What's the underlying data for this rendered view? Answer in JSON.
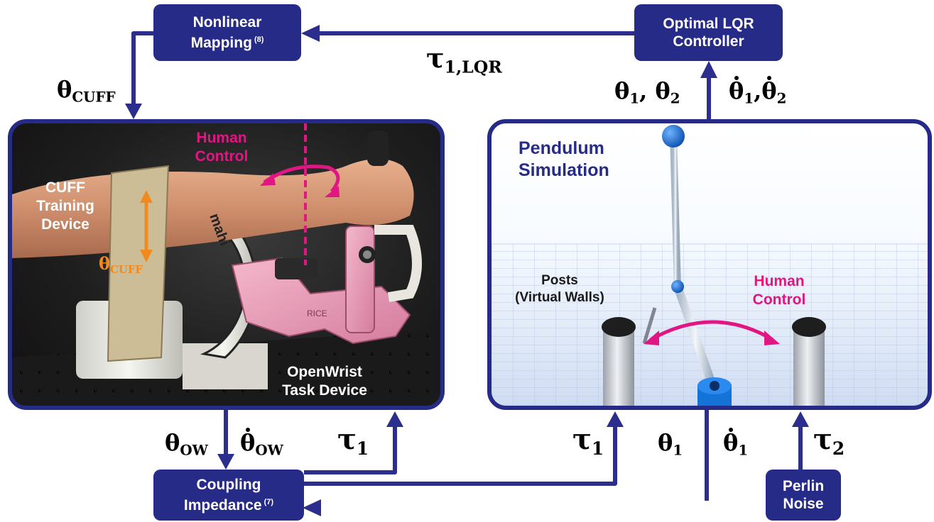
{
  "blocks": {
    "nonlinear_mapping": {
      "line1": "Nonlinear",
      "line2": "Mapping",
      "ref": "(8)"
    },
    "optimal_lqr": {
      "line1": "Optimal LQR",
      "line2": "Controller"
    },
    "coupling_impedance": {
      "line1": "Coupling",
      "line2": "Impedance",
      "ref": "(7)"
    },
    "perlin_noise": {
      "line1": "Perlin",
      "line2": "Noise"
    }
  },
  "symbols": {
    "tau": "τ",
    "theta": "θ",
    "sub_lqr_index": "1",
    "sub_lqr": ",LQR",
    "sub_cuff": "CUFF",
    "sub_ow": "OW",
    "sub_1": "1",
    "sub_2": "2",
    "comma": ","
  },
  "photo": {
    "human_control_line1": "Human",
    "human_control_line2": "Control",
    "cuff_line1": "CUFF",
    "cuff_line2": "Training",
    "cuff_line3": "Device",
    "openwrist_line1": "OpenWrist",
    "openwrist_line2": "Task Device",
    "brand_mahi": "mahi",
    "brand_rice": "RICE"
  },
  "simulation": {
    "title_line1": "Pendulum",
    "title_line2": "Simulation",
    "posts_line1": "Posts",
    "posts_line2": "(Virtual Walls)",
    "human_control_line1": "Human",
    "human_control_line2": "Control"
  },
  "colors": {
    "block_fill": "#262b88",
    "arrow": "#2b2e8c",
    "human_control": "#e01683",
    "theta_cuff_annotation": "#f08a1e",
    "sim_title": "#262b88"
  }
}
